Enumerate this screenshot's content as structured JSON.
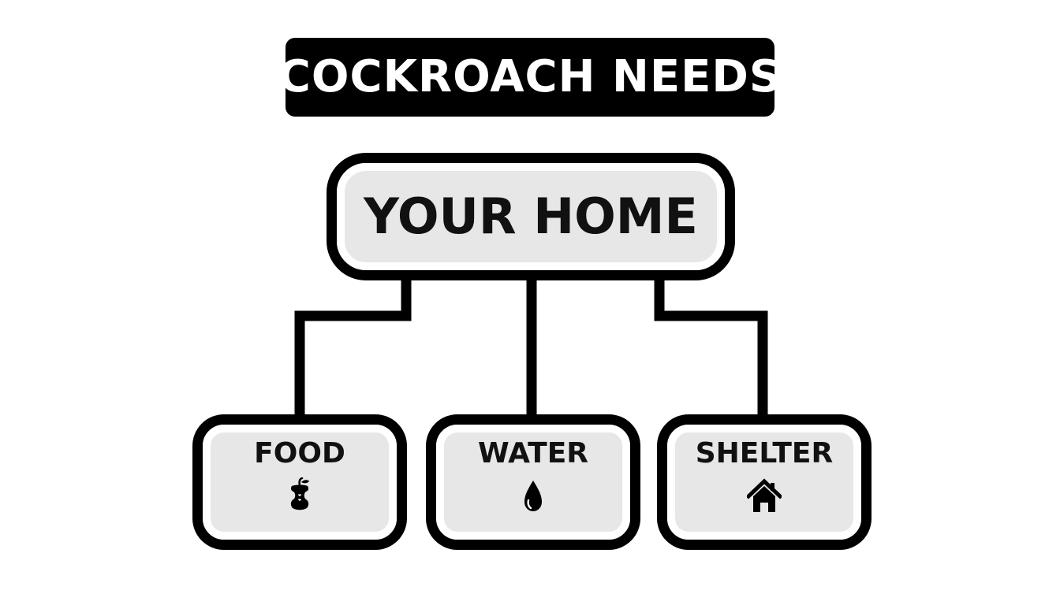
{
  "title": "COCKROACH NEEDS",
  "root": {
    "label": "YOUR HOME"
  },
  "children": [
    {
      "label": "FOOD",
      "icon": "apple-core-icon"
    },
    {
      "label": "WATER",
      "icon": "water-drop-icon"
    },
    {
      "label": "SHELTER",
      "icon": "house-icon"
    }
  ],
  "colors": {
    "background": "#ffffff",
    "ink": "#000000",
    "box_fill": "#e7e7e7"
  }
}
